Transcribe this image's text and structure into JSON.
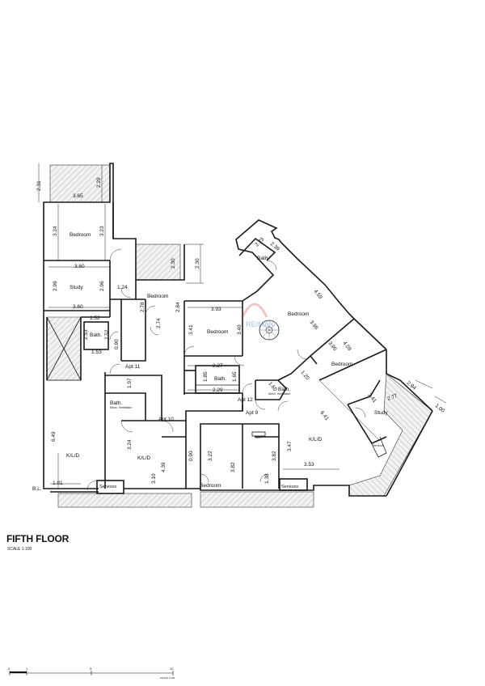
{
  "drawing": {
    "title": "FIFTH FLOOR",
    "scale": "SCALE 1:100",
    "scale_bar": {
      "ticks": [
        "0",
        "1",
        "5",
        "10"
      ],
      "caption": "SCALE 1:100"
    },
    "watermark_text": "RE/MAX"
  },
  "rooms": {
    "bedroom_nw": "Bedroom",
    "study_nw": "Study",
    "bath_nw": "Bath.",
    "bedroom_mid": "Bedroom",
    "kld_west": "K/L/D",
    "services_west": "Services",
    "bath_apt10": "Bath.",
    "bath_apt10_note": "Mech. Ventilation",
    "kld_apt10": "K/L/D",
    "bedroom_center": "Bedroom",
    "bath_center": "Bath.",
    "bath_ne": "Bath",
    "bedroom_ne1": "Bedroom",
    "bedroom_ne2": "Bedroom",
    "bath_apt9": "Bath.",
    "bath_apt9_note": "Mech. Ventilation",
    "study_east": "Study",
    "kld_east": "K/L/D",
    "bedroom_south": "Bedroom",
    "services_south": "Services",
    "services_east": "Services",
    "bl_label": "B.L."
  },
  "apartments": {
    "apt9": "Apt 9",
    "apt10": "Apt 10",
    "apt11": "Apt 11",
    "apt12": "Apt 12"
  },
  "dimensions": {
    "d_231": "2.31",
    "d_365": "3.65",
    "d_229a": "2.29",
    "d_324a": "3.24",
    "d_323": "3.23",
    "d_360a": "3.60",
    "d_299": "2.99",
    "d_296": "2.96",
    "d_124": "1.24",
    "d_360b": "3.60",
    "d_152": "1.52",
    "d_253": "2.53",
    "d_252": "2.52",
    "d_153": "1.53",
    "d_090a": "0.90",
    "d_230a": "2.30",
    "d_230b": "2.30",
    "d_278": "2.78",
    "d_284": "2.84",
    "d_274": "2.74",
    "d_649": "6.49",
    "d_101": "1.01",
    "d_197": "1.97",
    "d_324b": "3.24",
    "d_439": "4.39",
    "d_310": "3.10",
    "d_393": "3.93",
    "d_341": "3.41",
    "d_340": "3.40",
    "d_227": "2.27",
    "d_185": "1.85",
    "d_165": "1.65",
    "d_229b": "2.29",
    "d_090b": "0.90",
    "d_322": "3.22",
    "d_382a": "3.82",
    "d_382b": "3.82",
    "d_138": "1.38",
    "d_347": "3.47",
    "d_353": "3.53",
    "d_223": "2.23",
    "d_239": "2.39",
    "d_459": "4.59",
    "d_396a": "3.96",
    "d_396b": "3.96",
    "d_409": "4.09",
    "d_120": "1.20",
    "d_160": "1.60",
    "d_641": "6.41",
    "d_241": "2.41",
    "d_277": "2.77",
    "d_284b": "2.84",
    "d_100": "1.00"
  },
  "legend_marks": {
    "window_tag": "W/D"
  }
}
